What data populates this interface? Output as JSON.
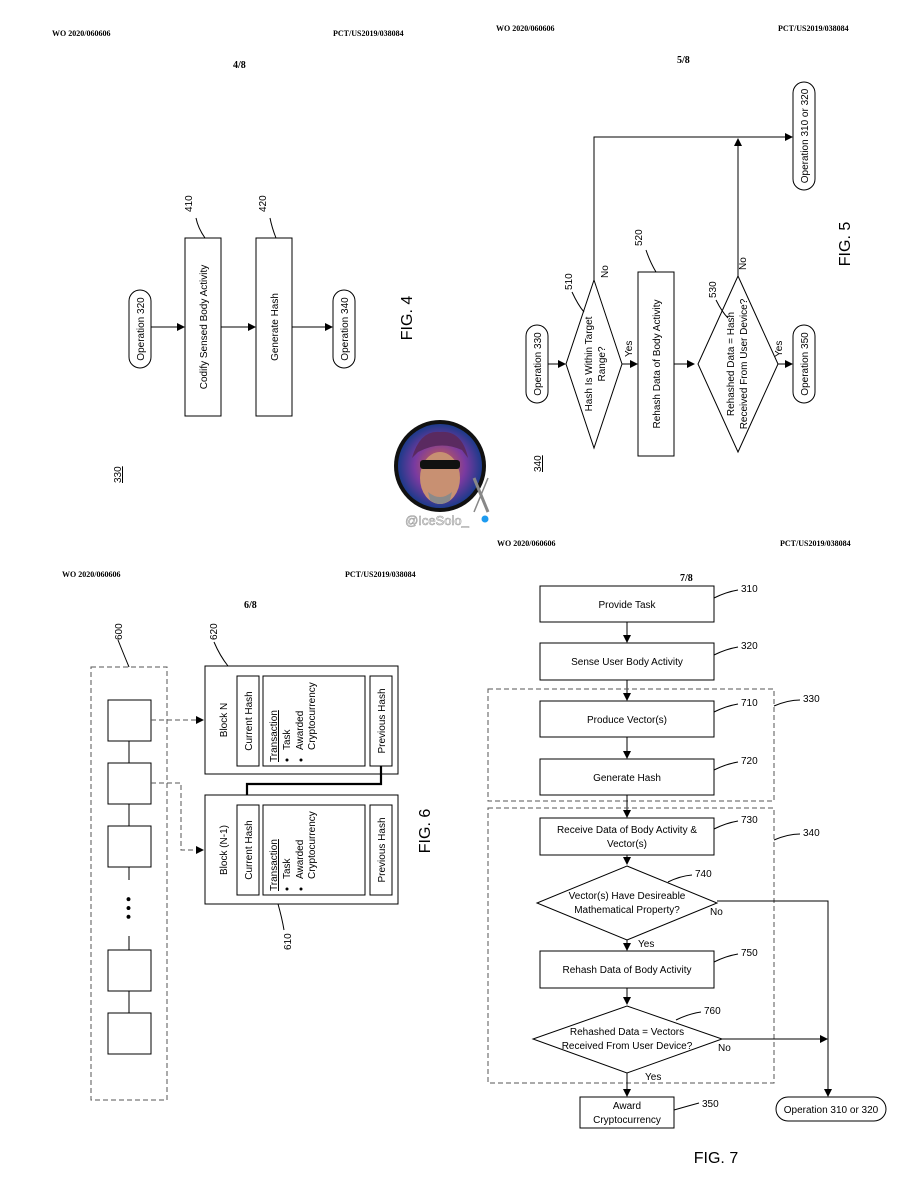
{
  "sheets": {
    "s4": {
      "wo": "WO 2020/060606",
      "pct": "PCT/US2019/038084",
      "page": "4/8",
      "fig": "FIG. 4",
      "ref": "330",
      "nodes": {
        "op320": "Operation 320",
        "codify": "Codify Sensed Body Activity",
        "hash": "Generate Hash",
        "op340": "Operation 340"
      },
      "refs": {
        "r410": "410",
        "r420": "420"
      }
    },
    "s5": {
      "wo": "WO 2020/060606",
      "pct": "PCT/US2019/038084",
      "page": "5/8",
      "fig": "FIG. 5",
      "ref": "340",
      "nodes": {
        "op330": "Operation 330",
        "d510_l1": "Hash Is Within Target",
        "d510_l2": "Range?",
        "rehash": "Rehash Data of Body Activity",
        "d530_l1": "Rehashed Data = Hash",
        "d530_l2": "Received From User Device?",
        "op350": "Operation 350",
        "op310": "Operation 310 or 320",
        "yes1": "Yes",
        "no1": "No",
        "yes2": "Yes",
        "no2": "No"
      },
      "refs": {
        "r510": "510",
        "r520": "520",
        "r530": "530"
      }
    },
    "s6": {
      "wo": "WO 2020/060606",
      "pct": "PCT/US2019/038084",
      "page": "6/8",
      "fig": "FIG. 6",
      "block_n": "Block N",
      "block_n1": "Block (N-1)",
      "current_hash": "Current Hash",
      "previous_hash": "Previous Hash",
      "transaction": "Transaction",
      "bullets": [
        "Task",
        "Awarded",
        "Cryptocurrency"
      ],
      "dots": "• • •",
      "refs": {
        "r600": "600",
        "r610": "610",
        "r620": "620"
      }
    },
    "s7": {
      "wo": "WO 2020/060606",
      "pct": "PCT/US2019/038084",
      "page": "7/8",
      "fig": "FIG. 7",
      "nodes": {
        "provide": "Provide Task",
        "sense": "Sense User Body Activity",
        "vector": "Produce Vector(s)",
        "hash": "Generate Hash",
        "receive_l1": "Receive Data of Body Activity &",
        "receive_l2": "Vector(s)",
        "d740_l1": "Vector(s) Have Desireable",
        "d740_l2": "Mathematical Property?",
        "rehash": "Rehash Data of Body Activity",
        "d760_l1": "Rehashed Data = Vectors",
        "d760_l2": "Received From User Device?",
        "award_l1": "Award",
        "award_l2": "Cryptocurrency",
        "op310": "Operation 310 or 320",
        "yes1": "Yes",
        "no1": "No",
        "yes2": "Yes",
        "no2": "No"
      },
      "refs": {
        "r310": "310",
        "r320": "320",
        "r330": "330",
        "r340": "340",
        "r710": "710",
        "r720": "720",
        "r730": "730",
        "r740": "740",
        "r750": "750",
        "r760": "760",
        "r350": "350"
      }
    }
  },
  "watermark": {
    "handle": "@IceSolo_"
  }
}
